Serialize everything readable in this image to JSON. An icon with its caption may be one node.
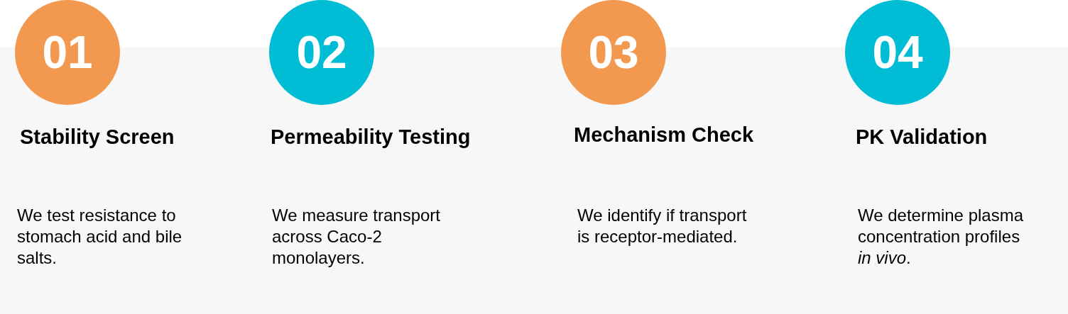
{
  "diagram": {
    "nodes": [
      {
        "text": [
          "01",
          "Stability Screen"
        ],
        "beside": [
          "We test resistance to stomach acid and bile salts."
        ]
      },
      {
        "text": [
          "02",
          "Permeability Testing"
        ],
        "beside": [
          "We measure transport across Caco-2 monolayers."
        ]
      },
      {
        "text": [
          "03",
          "Mechanism Check"
        ],
        "beside": [
          "We identify if transport is receptor-mediated."
        ]
      },
      {
        "text": [
          "04",
          "PK Validation"
        ],
        "beside": [
          "We determine plasma concentration profiles *in vivo*."
        ]
      }
    ]
  }
}
